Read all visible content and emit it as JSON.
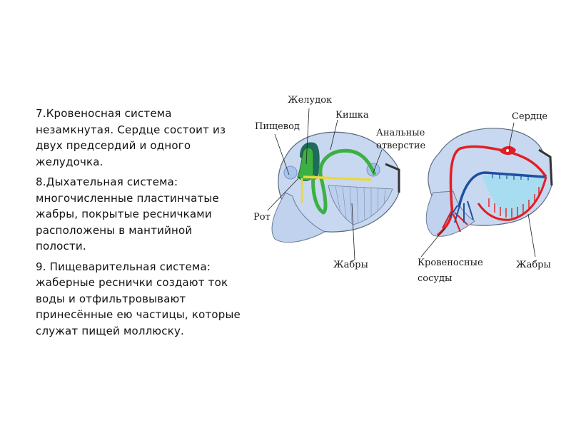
{
  "text": {
    "paragraphs": [
      "7.Кровеносная система незамкнутая. Сердце состоит из двух предсердий и одного желудочка.",
      "8.Дыхательная система: многочисленные пластинчатые жабры, покрытые ресничками расположены в мантийной полости.",
      "9. Пищеварительная система: жаберные реснички создают ток воды и отфильтровывают принесённые ею частицы, которые служат пищей моллюску."
    ]
  },
  "diagram_left": {
    "labels": {
      "stomach": "Желудок",
      "esophagus": "Пищевод",
      "intestine": "Кишка",
      "anal_1": "Анальные",
      "anal_2": "отверстие",
      "mouth": "Рот",
      "gills": "Жабры"
    }
  },
  "diagram_right": {
    "labels": {
      "heart": "Сердце",
      "vessels_1": "Кровеносные",
      "vessels_2": "сосуды",
      "gills": "Жабры"
    }
  },
  "colors": {
    "body": "#c8d8f0",
    "stomach_dark": "#1f6b5c",
    "digestive_green": "#3cb043",
    "yellow_duct": "#e8d840",
    "artery_red": "#e21e24",
    "vein_blue": "#1f4fa0",
    "gill_light": "#a8dcf0"
  }
}
